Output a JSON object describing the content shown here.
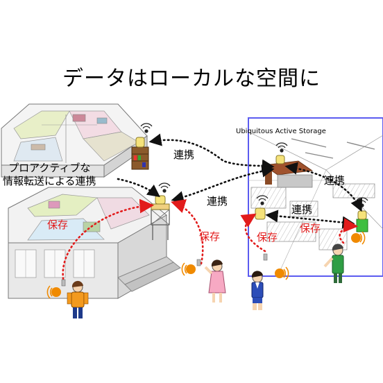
{
  "title": "データはローカルな空間に",
  "labels": {
    "renkei": "連携",
    "proactive": "プロアクティブな\n情報転送による連携",
    "hozon": "保存",
    "uas": "Ubiquitous Active Storage"
  },
  "colors": {
    "link": "#111111",
    "save": "#e21b1b",
    "frame": "#5b5bf0",
    "device_top": "#f5e27a",
    "device_green": "#3fbf3f",
    "signal": "#f08a00"
  },
  "icons": [
    "wireless-icon",
    "storage-node-icon",
    "phone-signal-icon",
    "person-icon"
  ]
}
